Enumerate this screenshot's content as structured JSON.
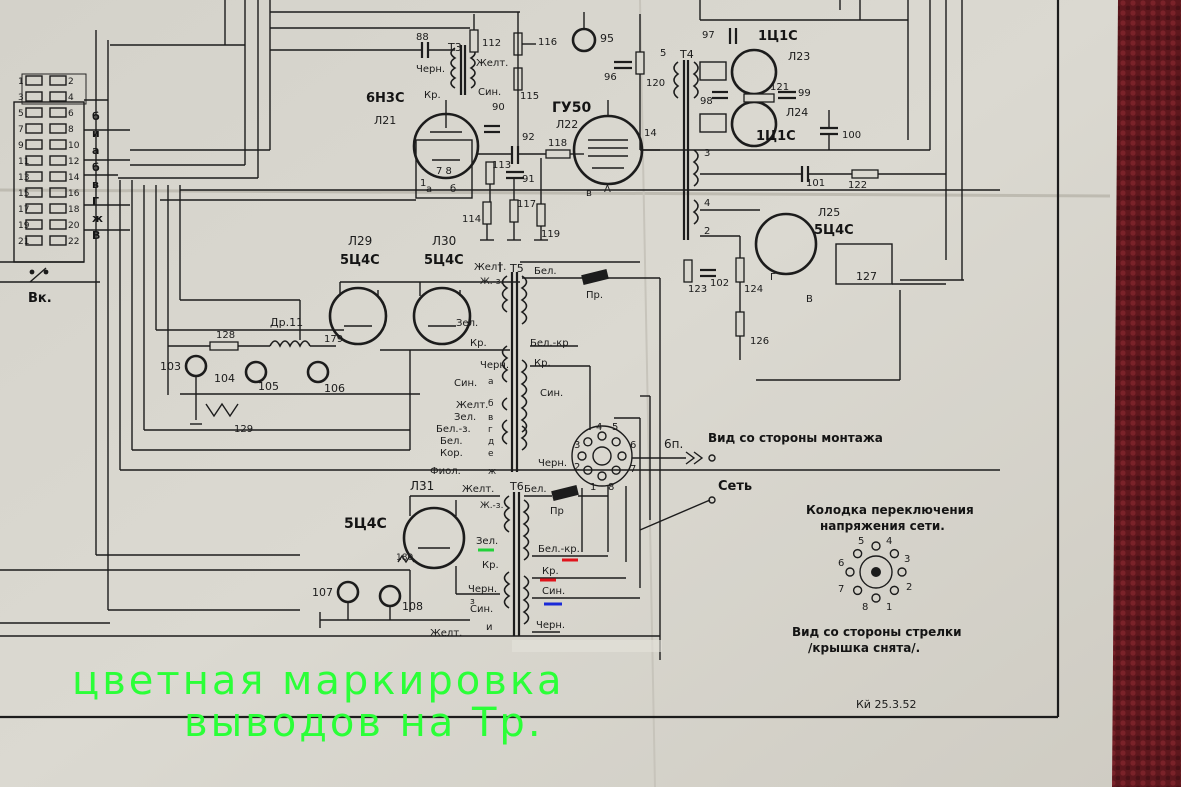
{
  "diagram": {
    "tubes": {
      "l21": {
        "type": "6Н3С",
        "designator": "Л21"
      },
      "l22": {
        "type": "ГУ50",
        "designator": "Л22"
      },
      "l23": {
        "designator": "Л23",
        "type": "1Ц1С"
      },
      "l24": {
        "designator": "Л24",
        "type": "1Ц1С"
      },
      "l25": {
        "designator": "Л25",
        "type": "5Ц4С"
      },
      "l29": {
        "designator": "Л29",
        "type": "5Ц4С"
      },
      "l30": {
        "designator": "Л30",
        "type": "5Ц4С"
      },
      "l31": {
        "designator": "Л31",
        "type": "5Ц4С"
      }
    },
    "transformers": {
      "t3": "Т3",
      "t4": "Т4",
      "t5": "Т5",
      "t6": "Т6"
    },
    "choke": "Др.11",
    "components": [
      "88",
      "112",
      "116",
      "95",
      "96",
      "120",
      "115",
      "90",
      "92",
      "118",
      "113",
      "91",
      "114",
      "117",
      "119",
      "97",
      "121",
      "99",
      "98",
      "100",
      "101",
      "122",
      "102",
      "123",
      "124",
      "126",
      "127",
      "128",
      "103",
      "104",
      "105",
      "179",
      "106",
      "129",
      "180",
      "107",
      "108",
      "14"
    ],
    "pins": [
      "1",
      "2",
      "3",
      "4",
      "5",
      "6",
      "7",
      "8",
      "9",
      "10",
      "11",
      "12",
      "13",
      "14",
      "15",
      "16",
      "17",
      "18",
      "19",
      "20",
      "21",
      "22"
    ],
    "switch_rows": [
      "б",
      "и",
      "а",
      "б",
      "в",
      "Г",
      "ж",
      "В"
    ],
    "switch_label": "Вк.",
    "t3_leads": [
      "Черн.",
      "Желт.",
      "Син.",
      "Кр."
    ],
    "t5_left_leads": [
      "Желт.",
      "Ж.-з.",
      "Зел.",
      "Кр.",
      "Черн.",
      "Син.",
      "Желт.",
      "Зел.",
      "Бел.-з.",
      "Бел.",
      "Кор.",
      "Фиол."
    ],
    "t5_left_letters": [
      "а",
      "б",
      "в",
      "г",
      "д",
      "е",
      "ж"
    ],
    "t5_right_leads": [
      "Бел.",
      "Бел.-кр",
      "Кр.",
      "Син.",
      "Черн."
    ],
    "t6_left_leads": [
      "Желт.",
      "Ж.-з.",
      "Зел.",
      "Кр.",
      "Черн.",
      "Син.",
      "Желт."
    ],
    "t6_left_letters": [
      "з",
      "и"
    ],
    "t6_right_leads": [
      "Бел.",
      "Бел.-кр.",
      "Кр.",
      "Син.",
      "Черн."
    ],
    "fuse": "Пр.",
    "fuse2": "Пр",
    "connector": "6п.",
    "mains": "Сеть",
    "socket_pins": [
      "1",
      "2",
      "3",
      "4",
      "5",
      "6",
      "7",
      "8"
    ],
    "view_mount": "Вид со стороны монтажа",
    "switch_block_line1": "Колодка переключения",
    "switch_block_line2": "напряжения сети.",
    "view_arrow_line1": "Вид со стороны стрелки",
    "view_arrow_line2": "/крышка снята/.",
    "stamp": "Кй 25.3.52",
    "tube_pin_letters": [
      "а",
      "б",
      "в",
      "А",
      "Г",
      "В"
    ]
  },
  "caption": {
    "line1": "цветная маркировка",
    "line2": "выводов на Тр."
  },
  "colors": {
    "paper": "#d9d7cf",
    "ink": "#1c1c1c",
    "caption": "#2bff38",
    "mark_green": "#22d13a",
    "mark_red": "#e0141c",
    "mark_blue": "#1a2ad8",
    "background": "#6b1c22"
  }
}
